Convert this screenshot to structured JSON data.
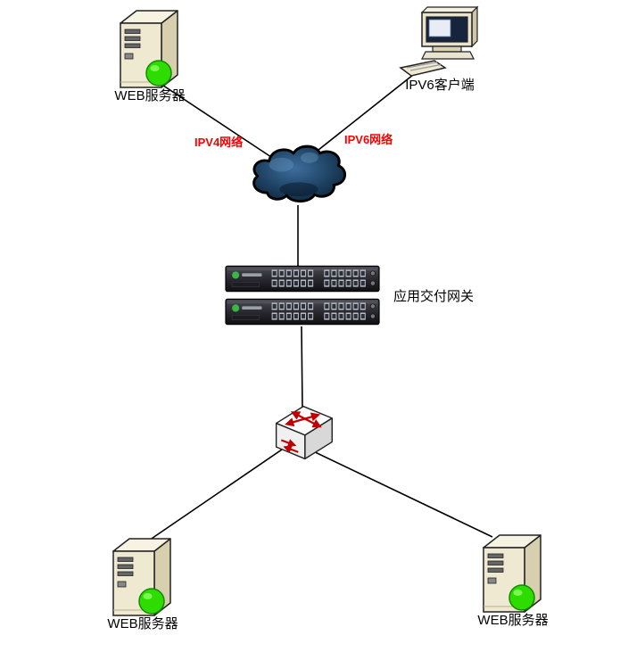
{
  "nodes": {
    "web_server_top": {
      "label": "WEB服务器",
      "status_indicator": "green"
    },
    "ipv6_client": {
      "label": "IPV6客户端"
    },
    "cloud": {
      "type": "network-cloud"
    },
    "gateway": {
      "label": "应用交付网关",
      "units": 2
    },
    "switch": {
      "type": "lan-switch"
    },
    "web_server_bottom_left": {
      "label": "WEB服务器",
      "status_indicator": "green"
    },
    "web_server_bottom_right": {
      "label": "WEB服务器",
      "status_indicator": "green"
    }
  },
  "edge_labels": {
    "ipv4": "IPV4网络",
    "ipv6": "IPV6网络"
  },
  "colors": {
    "edge_label_red": "#ff0000",
    "status_green": "#2fdc00",
    "cloud_blue": "#1d4060",
    "switch_arrow_red": "#c00000",
    "line_black": "#000000"
  },
  "icons": {
    "server": "server-tower-icon",
    "client": "desktop-pc-icon",
    "cloud": "cloud-icon",
    "gateway": "rack-appliance-icon",
    "switch": "switch-icon"
  }
}
